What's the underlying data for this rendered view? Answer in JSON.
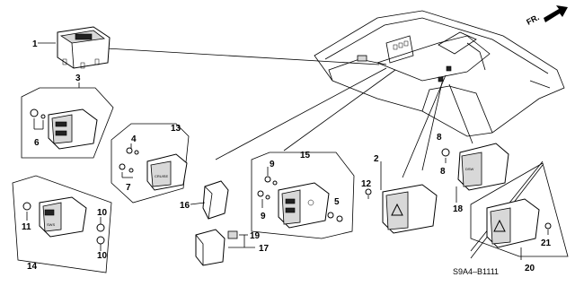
{
  "callouts": {
    "c1": "1",
    "c2": "2",
    "c3": "3",
    "c4": "4",
    "c5": "5",
    "c6": "6",
    "c7": "7",
    "c8a": "8",
    "c8b": "8",
    "c9a": "9",
    "c9b": "9",
    "c10a": "10",
    "c10b": "10",
    "c11": "11",
    "c12": "12",
    "c13": "13",
    "c14": "14",
    "c15": "15",
    "c16": "16",
    "c17": "17",
    "c18": "18",
    "c19": "19",
    "c20": "20",
    "c21": "21"
  },
  "orientation_label": "FR.",
  "diagram_code": "S9A4–B1111"
}
